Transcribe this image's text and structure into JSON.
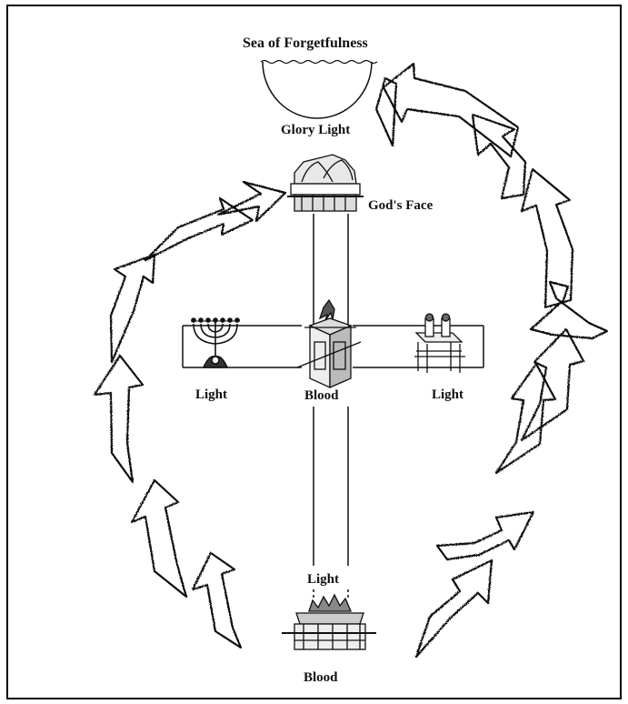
{
  "labels": {
    "sea": "Sea of Forgetfulness",
    "glory_light": "Glory Light",
    "gods_face": "God's Face",
    "light_left": "Light",
    "blood_center": "Blood",
    "light_right": "Light",
    "light_bottom": "Light",
    "blood_bottom": "Blood"
  },
  "icons": {
    "top": "ark-of-covenant-icon",
    "left": "menorah-icon",
    "center": "altar-of-incense-icon",
    "right": "table-of-showbread-icon",
    "bottom": "brazen-altar-icon"
  }
}
